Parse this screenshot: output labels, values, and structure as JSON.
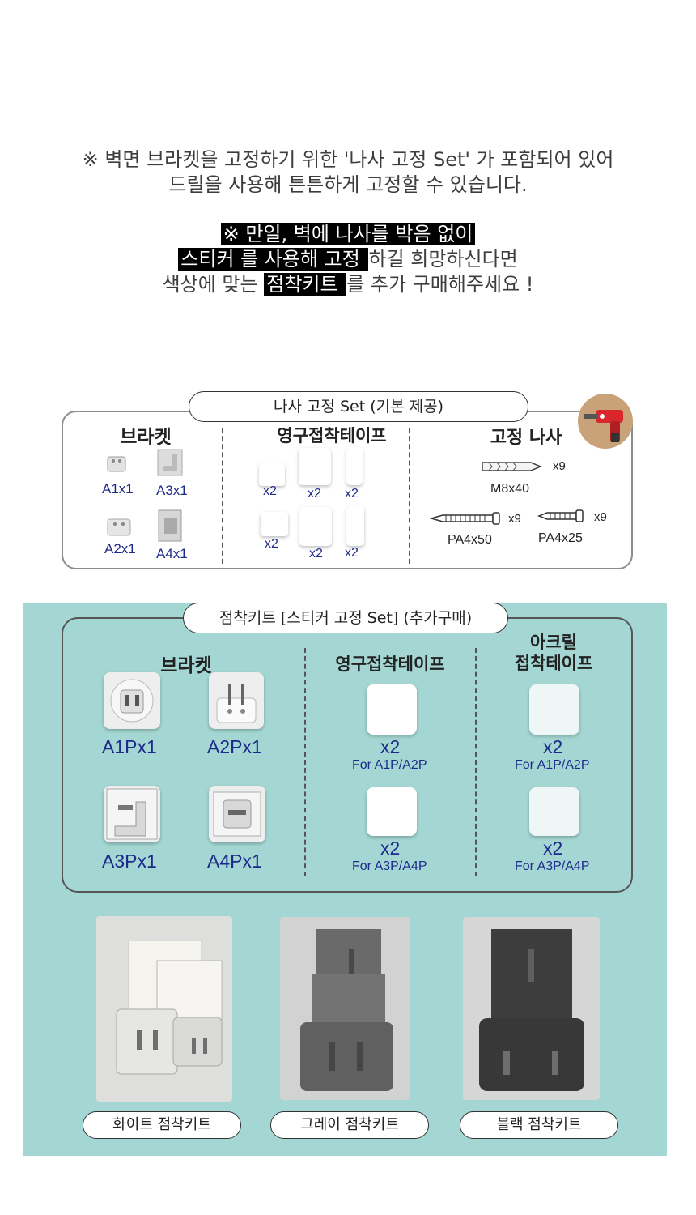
{
  "intro": {
    "line1": "※ 벽면 브라켓을 고정하기 위한 '나사 고정 Set' 가 포함되어 있어",
    "line2": "드릴을 사용해 튼튼하게 고정할 수 있습니다.",
    "line3": "※ 만일, 벽에 나사를 박음 없이",
    "line4_hl": "스티커 를 사용해 고정 ",
    "line4_rest": "하길 희망하신다면",
    "line5_pre": "색상에 맞는 ",
    "line5_hl": " 점착키트 ",
    "line5_post": " 를 추가 구매해주세요 !"
  },
  "screw_set": {
    "title": "나사 고정 Set (기본 제공)",
    "col_bracket": "브라켓",
    "col_tape": "영구접착테이프",
    "col_screw": "고정 나사",
    "brackets": [
      "A1x1",
      "A3x1",
      "A2x1",
      "A4x1"
    ],
    "tapes": [
      "x2",
      "x2",
      "x2",
      "x2",
      "x2",
      "x2"
    ],
    "anchor_qty": "x9",
    "anchor_label": "M8x40",
    "screw1_qty": "x9",
    "screw1_label": "PA4x50",
    "screw2_qty": "x9",
    "screw2_label": "PA4x25"
  },
  "sticker_set": {
    "title": "점착키트 [스티커 고정 Set] (추가구매)",
    "col_bracket": "브라켓",
    "col_tape": "영구접착테이프",
    "col_acrylic_1": "아크릴",
    "col_acrylic_2": "접착테이프",
    "brackets": [
      "A1Px1",
      "A2Px1",
      "A3Px1",
      "A4Px1"
    ],
    "qty": "x2",
    "for_top": "For A1P/A2P",
    "for_bottom": "For A3P/A4P"
  },
  "kits": [
    "화이트 점착키트",
    "그레이 점착키트",
    "블랙 점착키트"
  ],
  "colors": {
    "teal": "#a4d7d3",
    "label_blue": "#1d2a8a",
    "drill_circle": "#c9a27a"
  }
}
